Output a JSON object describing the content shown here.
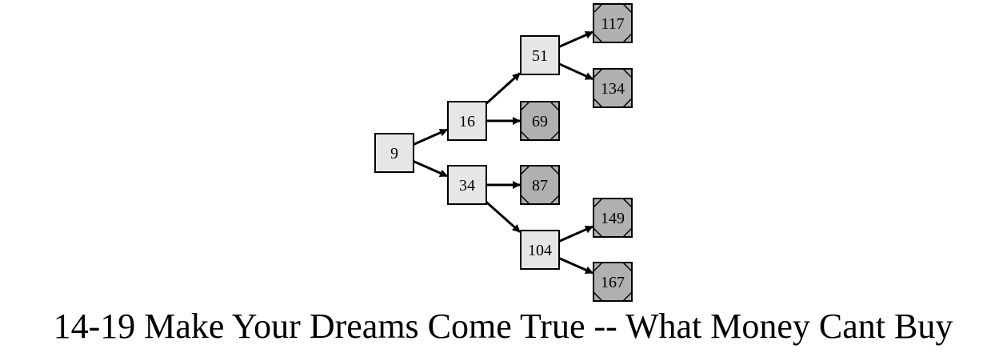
{
  "title": "14-19 Make Your Dreams Come True -- What Money Cant Buy",
  "colors": {
    "node_fill": "#e6e6e6",
    "leaf_fill": "#b0b0b0",
    "stroke": "#000000",
    "background": "#ffffff"
  },
  "nodes": [
    {
      "id": "n9",
      "label": "9",
      "kind": "node"
    },
    {
      "id": "n16",
      "label": "16",
      "kind": "node"
    },
    {
      "id": "n34",
      "label": "34",
      "kind": "node"
    },
    {
      "id": "n51",
      "label": "51",
      "kind": "node"
    },
    {
      "id": "n104",
      "label": "104",
      "kind": "node"
    },
    {
      "id": "n69",
      "label": "69",
      "kind": "leaf"
    },
    {
      "id": "n87",
      "label": "87",
      "kind": "leaf"
    },
    {
      "id": "n117",
      "label": "117",
      "kind": "leaf"
    },
    {
      "id": "n134",
      "label": "134",
      "kind": "leaf"
    },
    {
      "id": "n149",
      "label": "149",
      "kind": "leaf"
    },
    {
      "id": "n167",
      "label": "167",
      "kind": "leaf"
    }
  ],
  "edges": [
    {
      "from": "n9",
      "to": "n16"
    },
    {
      "from": "n9",
      "to": "n34"
    },
    {
      "from": "n16",
      "to": "n51"
    },
    {
      "from": "n16",
      "to": "n69"
    },
    {
      "from": "n34",
      "to": "n87"
    },
    {
      "from": "n34",
      "to": "n104"
    },
    {
      "from": "n51",
      "to": "n117"
    },
    {
      "from": "n51",
      "to": "n134"
    },
    {
      "from": "n104",
      "to": "n149"
    },
    {
      "from": "n104",
      "to": "n167"
    }
  ]
}
